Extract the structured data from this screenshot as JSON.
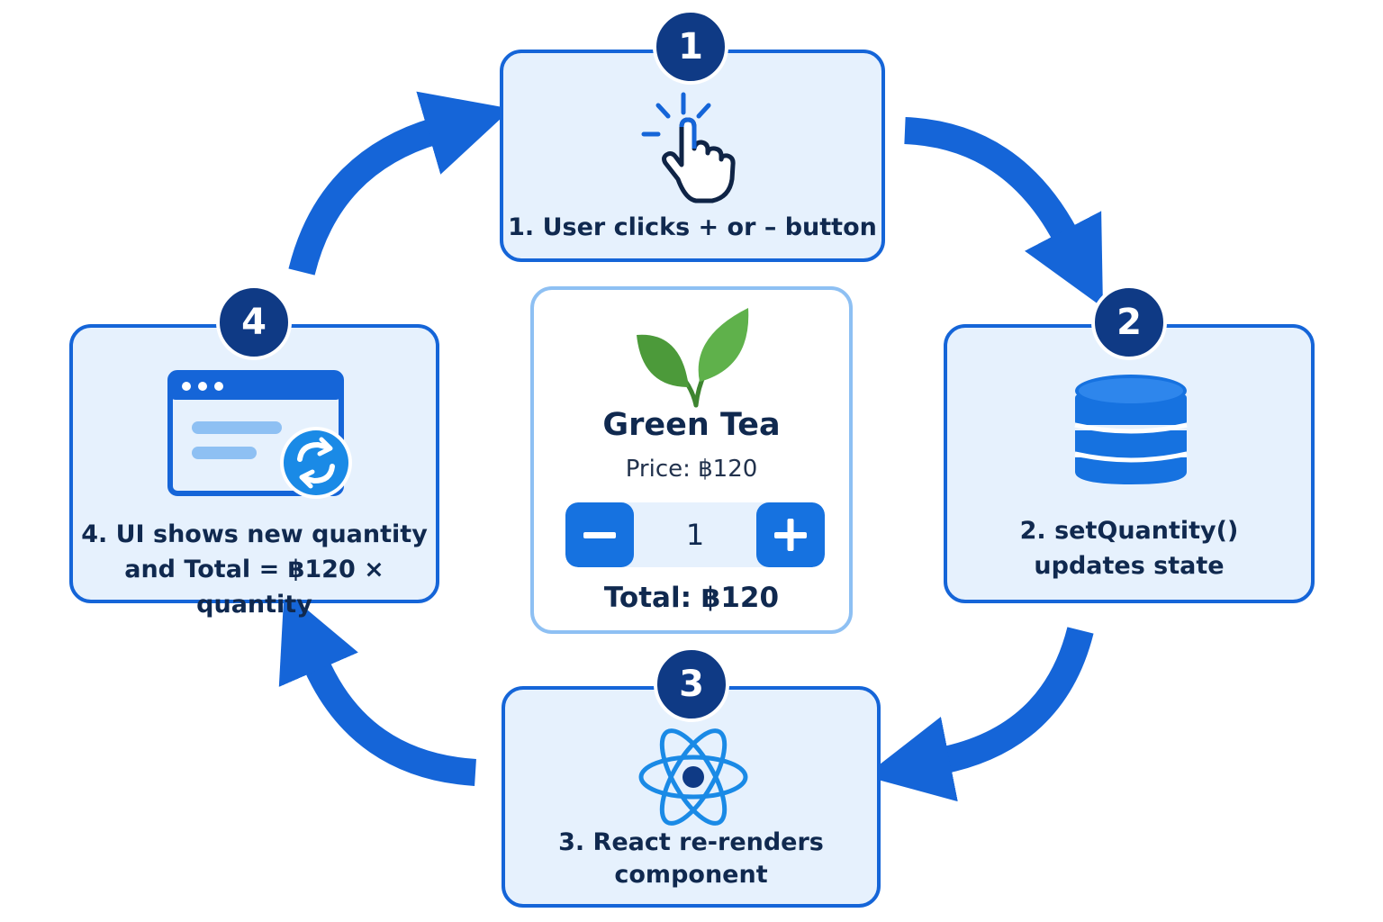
{
  "steps": [
    {
      "number": "1",
      "label": "1. User clicks + or – button",
      "icon": "pointer-click-icon"
    },
    {
      "number": "2",
      "label": "2. setQuantity()\nupdates state",
      "icon": "database-icon"
    },
    {
      "number": "3",
      "label": "3. React re-renders\ncomponent",
      "icon": "react-atom-icon"
    },
    {
      "number": "4",
      "label": "4. UI shows new quantity\nand Total = ฿120 × quantity",
      "icon": "browser-refresh-icon"
    }
  ],
  "product": {
    "name": "Green Tea",
    "price": "Price: ฿120",
    "quantity": "1",
    "total": "Total: ฿120",
    "icon": "leaf-icon"
  },
  "colors": {
    "accent": "#1565d8",
    "badge": "#0f3a85",
    "panel_fill": "#e6f1fd",
    "card_border": "#8ec0f3",
    "leaf": "#4c9a3a"
  }
}
